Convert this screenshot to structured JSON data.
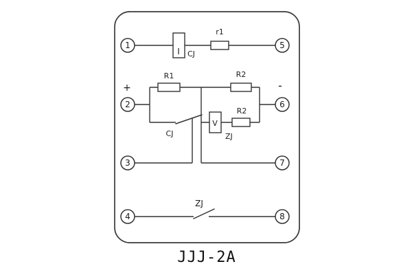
{
  "caption": "JJJ-2A",
  "terminals": {
    "left": [
      "1",
      "2",
      "3",
      "4"
    ],
    "right": [
      "5",
      "6",
      "7",
      "8"
    ]
  },
  "labels": {
    "plus": "+",
    "minus": "-",
    "current_element": "I",
    "current_element_name": "CJ",
    "resistor_r1": "r1",
    "resistor_R1": "R1",
    "resistor_R2_upper": "R2",
    "resistor_R2_lower": "R2",
    "voltage_element": "V",
    "voltage_element_name": "ZJ",
    "cj_contact": "CJ",
    "zj_contact": "ZJ"
  },
  "colors": {
    "line": "#333333",
    "text": "#1c1c1c",
    "background": "#ffffff"
  }
}
